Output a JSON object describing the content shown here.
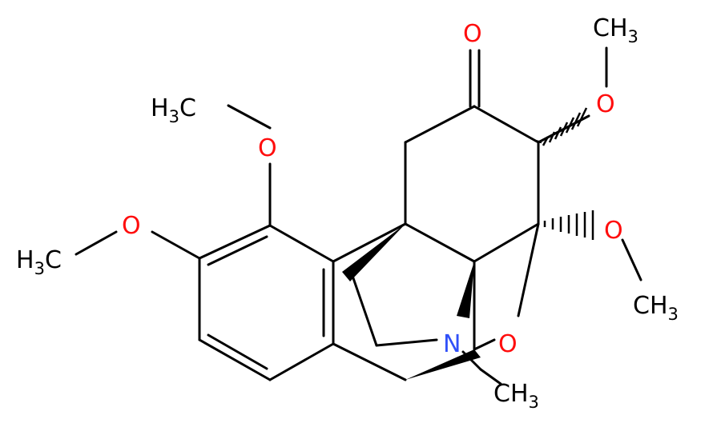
{
  "colors": {
    "bond": "#000000",
    "oxygen": "#ff0d0d",
    "nitrogen": "#3050f8",
    "carbon": "#000000"
  },
  "labels": {
    "o_ketone": "O",
    "ch3_top_right": "CH3",
    "o_top_right": "O",
    "h3c_top_left": "H3C",
    "o_upper_left": "O",
    "o_left": "O",
    "h3c_left": "H3C",
    "o_right": "O",
    "ch3_right": "CH3",
    "n_bridge": "N",
    "o_bridge": "O",
    "ch3_bottom": "CH3"
  }
}
